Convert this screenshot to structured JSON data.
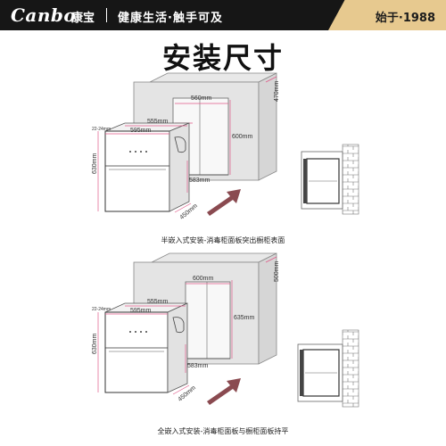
{
  "header": {
    "logo": "Canbo",
    "brand_cn": "康宝",
    "slogan": "健康生活·触手可及",
    "since": "始于·1988"
  },
  "title": "安装尺寸",
  "diagram1": {
    "dims": {
      "cab_width": "560mm",
      "cab_depth": "470mm",
      "cab_height": "600mm",
      "app_width": "595mm",
      "app_panel": "555mm",
      "app_height": "630mm",
      "app_depth": "450mm",
      "app_inner_depth": "583mm",
      "gap": "22-24mm"
    },
    "caption": "半嵌入式安装-消毒柜面板突出橱柜表面"
  },
  "diagram2": {
    "dims": {
      "cab_width": "600mm",
      "cab_depth": "500mm",
      "cab_height": "635mm",
      "app_width": "595mm",
      "app_panel": "555mm",
      "app_height": "630mm",
      "app_depth": "450mm",
      "app_inner_depth": "583mm",
      "gap": "22-24mm"
    },
    "caption": "全嵌入式安装-消毒柜面板与橱柜面板持平"
  },
  "colors": {
    "dim_line": "#e05a8a",
    "arrow": "#8a4a50",
    "gold": "#e7c98f",
    "bar": "#161616"
  }
}
